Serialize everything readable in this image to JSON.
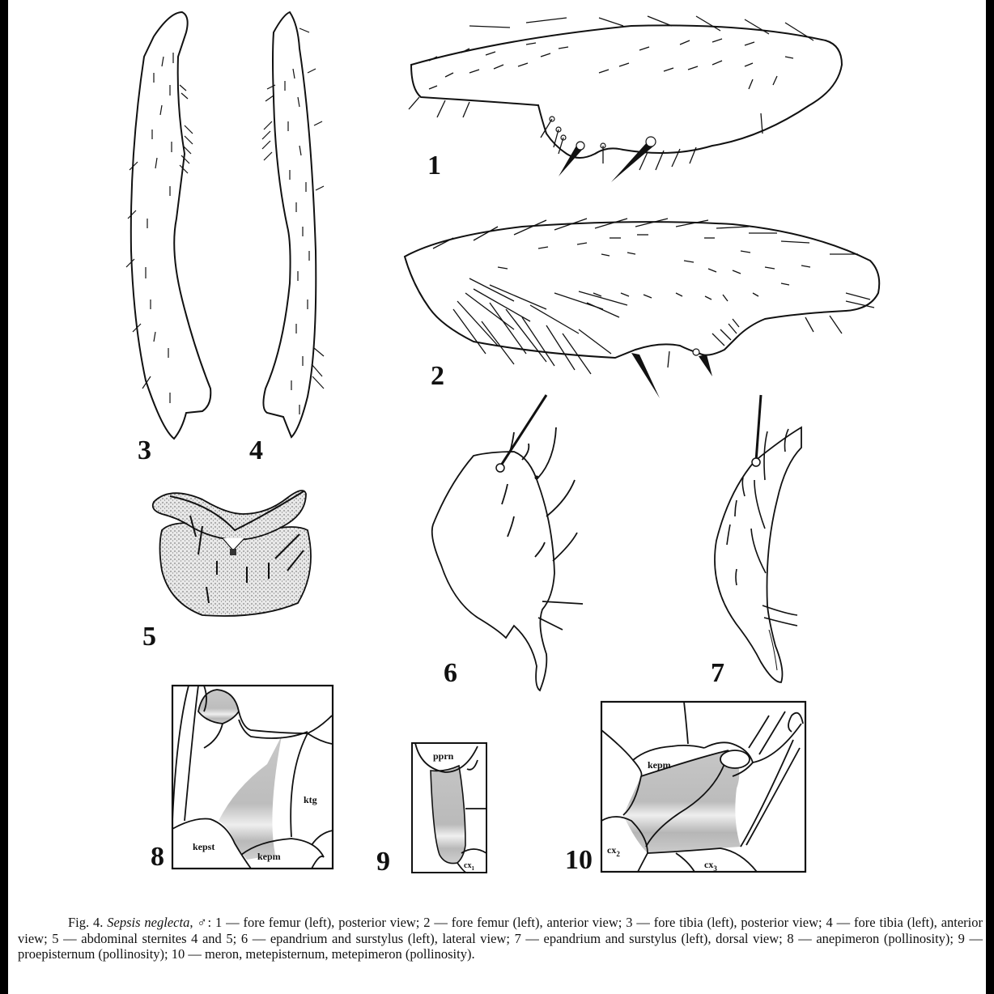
{
  "figure": {
    "number": "Fig. 4.",
    "species": "Sepsis neglecta",
    "sex_symbol": "♂",
    "panels": [
      {
        "id": "1",
        "label": "1",
        "description": "fore femur (left), posterior view"
      },
      {
        "id": "2",
        "label": "2",
        "description": "fore femur (left), anterior view"
      },
      {
        "id": "3",
        "label": "3",
        "description": "fore tibia (left), posterior view"
      },
      {
        "id": "4",
        "label": "4",
        "description": "fore tibia (left), anterior view"
      },
      {
        "id": "5",
        "label": "5",
        "description": "abdominal sternites 4 and 5"
      },
      {
        "id": "6",
        "label": "6",
        "description": "epandrium and surstylus (left), lateral view"
      },
      {
        "id": "7",
        "label": "7",
        "description": "epandrium and surstylus (left), dorsal view"
      },
      {
        "id": "8",
        "label": "8",
        "description": "anepimeron (pollinosity)"
      },
      {
        "id": "9",
        "label": "9",
        "description": "proepisternum (pollinosity)"
      },
      {
        "id": "10",
        "label": "10",
        "description": "meron, metepisternum, metepimeron (pollinosity)"
      }
    ],
    "region_labels": {
      "fig8": {
        "kepst": "kepst",
        "kepm": "kepm",
        "ktg": "ktg"
      },
      "fig9": {
        "pprn": "pprn",
        "cx1_base": "cx",
        "cx1_sub": "1"
      },
      "fig10": {
        "kepm": "kepm",
        "cx2_base": "cx",
        "cx2_sub": "2",
        "cx3_base": "cx",
        "cx3_sub": "3"
      }
    }
  },
  "caption": {
    "prefix": "Fig. 4.",
    "species": "Sepsis neglecta",
    "sex": ", ♂: ",
    "body": "1 — fore femur (left), posterior view; 2 — fore femur (left), anterior view; 3 — fore tibia (left), posterior view; 4 — fore tibia (left), anterior view; 5 — abdominal sternites 4 and 5; 6 — epandrium and surstylus (left), lateral view; 7 — epandrium and surstylus (left), dorsal view; 8 — anepimeron (pollinosity); 9 — proepisternum (pollinosity); 10 — meron, metepisternum, metepimeron (pollinosity)."
  }
}
